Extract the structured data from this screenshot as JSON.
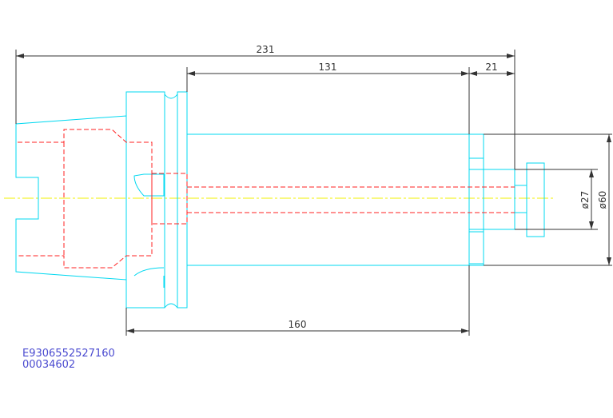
{
  "dimensions": {
    "overall_length": "231",
    "shank_length": "131",
    "end_length": "21",
    "body_length": "160",
    "bore_diameter": "ø27",
    "outer_diameter": "ø60"
  },
  "codes": {
    "part_number": "E9306552527160",
    "serial": "00034602"
  },
  "colors": {
    "outline": "#00d8f0",
    "hidden": "#ff2020",
    "centerline": "#f0f000",
    "dimension": "#333333",
    "code_text": "#4a4ad0"
  }
}
